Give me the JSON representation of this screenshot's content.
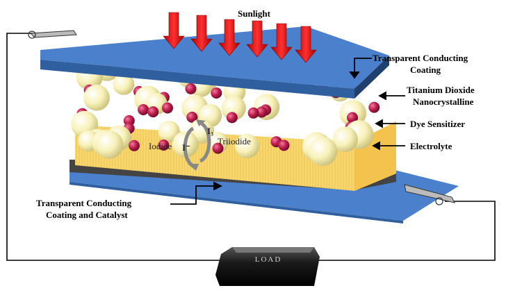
{
  "labels": {
    "sunlight": "Sunlight",
    "top_electrode_1": "Transparent Conducting",
    "top_electrode_2": "Coating",
    "tio2_1": "Titanium Dioxide",
    "tio2_2": "Nanocrystalline",
    "dye": "Dye Sensitizer",
    "electrolyte": "Electrolyte",
    "bottom_electrode_1": "Transparent Conducting",
    "bottom_electrode_2": "Coating and Catalyst",
    "iodide": "Iodide",
    "iodide_ion": "I⁻",
    "triiodide": "Triiodide",
    "triiodide_ion": "I₃",
    "load": "LOAD"
  },
  "colors": {
    "electrode": "#4a80cc",
    "electrode_edge": "#2f5f9e",
    "electrolyte": "#f7d56a",
    "tio2_particle": "#f8f1b8",
    "dye_particle": "#c0204e",
    "arrow": "#e02020",
    "wire": "#000000"
  },
  "icons": [
    "sunlight-arrow-icon",
    "clip-icon",
    "load-resistor-icon",
    "redox-cycle-icon"
  ]
}
